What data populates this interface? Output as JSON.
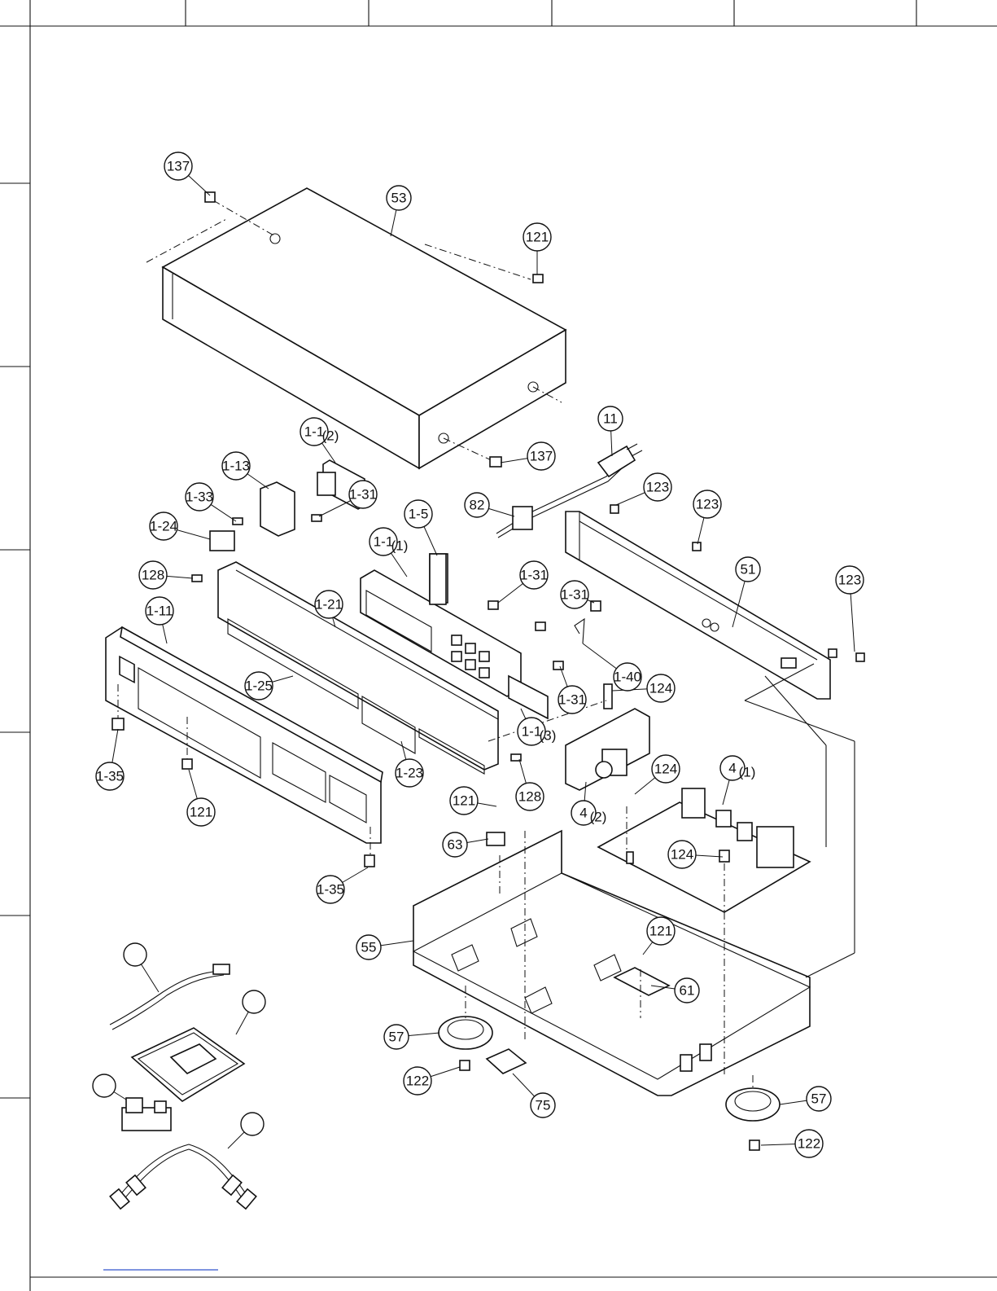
{
  "callouts": [
    {
      "label": "137",
      "qty": ""
    },
    {
      "label": "53",
      "qty": ""
    },
    {
      "label": "121",
      "qty": ""
    },
    {
      "label": "137",
      "qty": ""
    },
    {
      "label": "11",
      "qty": ""
    },
    {
      "label": "1-1",
      "qty": "(2)"
    },
    {
      "label": "1-13",
      "qty": ""
    },
    {
      "label": "1-33",
      "qty": ""
    },
    {
      "label": "1-31",
      "qty": ""
    },
    {
      "label": "1-24",
      "qty": ""
    },
    {
      "label": "82",
      "qty": ""
    },
    {
      "label": "123",
      "qty": ""
    },
    {
      "label": "123",
      "qty": ""
    },
    {
      "label": "1-5",
      "qty": ""
    },
    {
      "label": "1-1",
      "qty": "(1)"
    },
    {
      "label": "128",
      "qty": ""
    },
    {
      "label": "1-21",
      "qty": ""
    },
    {
      "label": "1-31",
      "qty": ""
    },
    {
      "label": "51",
      "qty": ""
    },
    {
      "label": "123",
      "qty": ""
    },
    {
      "label": "1-31",
      "qty": ""
    },
    {
      "label": "1-11",
      "qty": ""
    },
    {
      "label": "1-40",
      "qty": ""
    },
    {
      "label": "1-25",
      "qty": ""
    },
    {
      "label": "1-31",
      "qty": ""
    },
    {
      "label": "124",
      "qty": ""
    },
    {
      "label": "1-1",
      "qty": "(3)"
    },
    {
      "label": "1-35",
      "qty": ""
    },
    {
      "label": "1-23",
      "qty": ""
    },
    {
      "label": "124",
      "qty": ""
    },
    {
      "label": "4",
      "qty": "(1)"
    },
    {
      "label": "121",
      "qty": ""
    },
    {
      "label": "128",
      "qty": ""
    },
    {
      "label": "121",
      "qty": ""
    },
    {
      "label": "4",
      "qty": "(2)"
    },
    {
      "label": "63",
      "qty": ""
    },
    {
      "label": "124",
      "qty": ""
    },
    {
      "label": "1-35",
      "qty": ""
    },
    {
      "label": "121",
      "qty": ""
    },
    {
      "label": "55",
      "qty": ""
    },
    {
      "label": "61",
      "qty": ""
    },
    {
      "label": "57",
      "qty": ""
    },
    {
      "label": "122",
      "qty": ""
    },
    {
      "label": "75",
      "qty": ""
    },
    {
      "label": "57",
      "qty": ""
    },
    {
      "label": "122",
      "qty": ""
    }
  ],
  "accessory_callouts": [
    {
      "label": ""
    },
    {
      "label": ""
    },
    {
      "label": ""
    },
    {
      "label": ""
    }
  ]
}
